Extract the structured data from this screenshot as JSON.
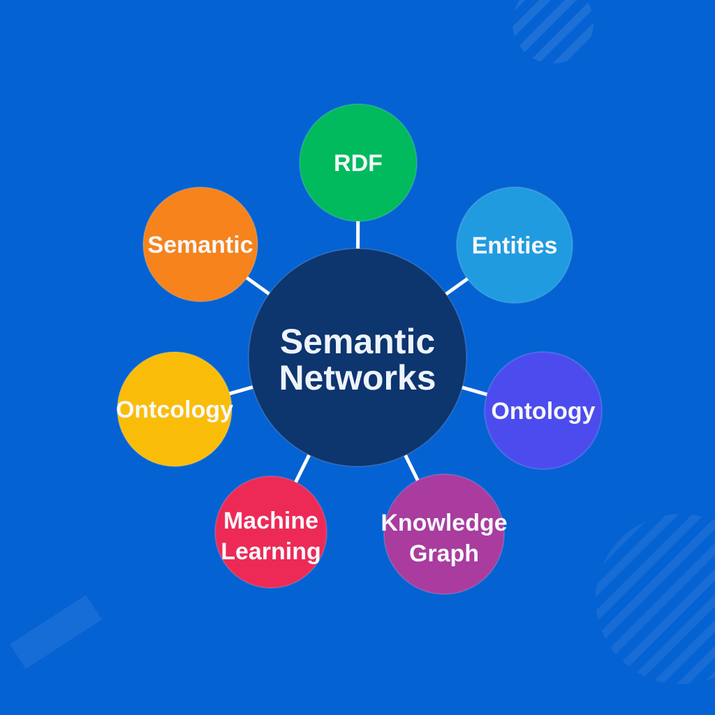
{
  "diagram": {
    "center": {
      "label": "Semantic Networks",
      "lines": [
        "Semantic",
        "Networks"
      ],
      "color": "#0d356e"
    },
    "nodes": [
      {
        "label": "RDF",
        "lines": [
          "RDF"
        ],
        "color": "#00ba5d"
      },
      {
        "label": "Entities",
        "lines": [
          "Entities"
        ],
        "color": "#219be0"
      },
      {
        "label": "Ontology",
        "lines": [
          "Ontology"
        ],
        "color": "#4c4cee"
      },
      {
        "label": "Knowledge Graph",
        "lines": [
          "Knowledge",
          "Graph"
        ],
        "color": "#a93c9e"
      },
      {
        "label": "Machine Learning",
        "lines": [
          "Machine",
          "Learning"
        ],
        "color": "#ed2a56"
      },
      {
        "label": "Ontcology",
        "lines": [
          "Ontcology"
        ],
        "color": "#f9bd09"
      },
      {
        "label": "Semantic",
        "lines": [
          "Semantic"
        ],
        "color": "#f6831c"
      }
    ],
    "colors": {
      "background": "#0562d2",
      "connector": "#ffffff",
      "label_text": "#ffffff"
    }
  }
}
